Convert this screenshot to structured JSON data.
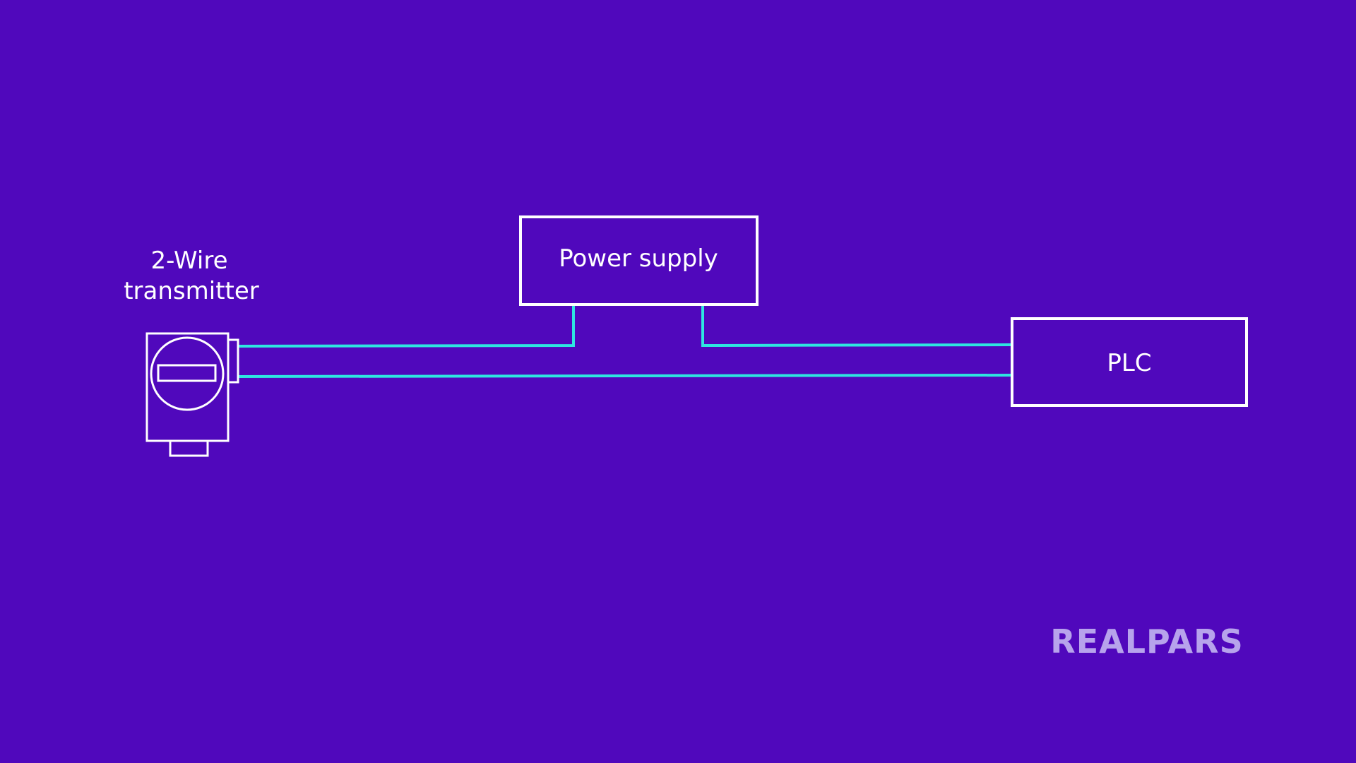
{
  "colors": {
    "background": "#5008BC",
    "outline": "#FFFFFF",
    "wire": "#2EE6E0",
    "logo": "#B7A3EC"
  },
  "diagram": {
    "transmitter": {
      "label_line1": "2-Wire",
      "label_line2": "transmitter",
      "icon": "transmitter-icon"
    },
    "power_supply": {
      "label": "Power supply"
    },
    "plc": {
      "label": "PLC"
    }
  },
  "branding": {
    "logo_text": "REALPARS"
  }
}
